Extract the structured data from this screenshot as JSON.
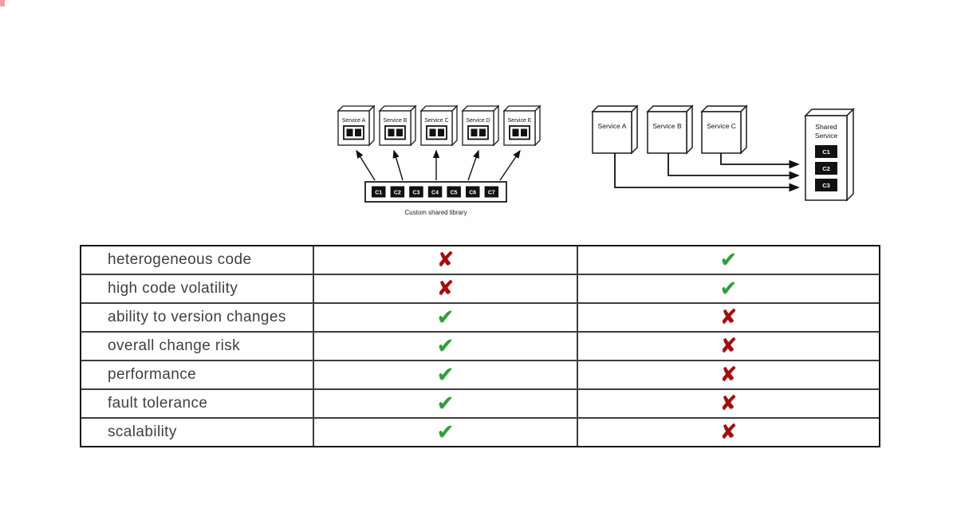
{
  "left_diagram": {
    "services": [
      "Service A",
      "Service B",
      "Service C",
      "Service D",
      "Service E"
    ],
    "library": {
      "components": [
        "C1",
        "C2",
        "C3",
        "C4",
        "C5",
        "C6",
        "C7"
      ],
      "caption": "Custom shared library"
    }
  },
  "right_diagram": {
    "services": [
      "Service A",
      "Service B",
      "Service C"
    ],
    "shared_service": {
      "label_line1": "Shared",
      "label_line2": "Service",
      "components": [
        "C1",
        "C2",
        "C3"
      ]
    }
  },
  "comparison_table": {
    "rows": [
      {
        "label": "heterogeneous code",
        "custom_library": "✘",
        "shared_service": "✔"
      },
      {
        "label": "high code volatility",
        "custom_library": "✘",
        "shared_service": "✔"
      },
      {
        "label": "ability to version changes",
        "custom_library": "✔",
        "shared_service": "✘"
      },
      {
        "label": "overall change risk",
        "custom_library": "✔",
        "shared_service": "✘"
      },
      {
        "label": "performance",
        "custom_library": "✔",
        "shared_service": "✘"
      },
      {
        "label": "fault tolerance",
        "custom_library": "✔",
        "shared_service": "✘"
      },
      {
        "label": "scalability",
        "custom_library": "✔",
        "shared_service": "✘"
      }
    ],
    "symbols": {
      "check": "✔",
      "cross": "✘"
    },
    "colors": {
      "check": "#2f9e38",
      "cross": "#a30d10",
      "line": "#161616"
    }
  }
}
